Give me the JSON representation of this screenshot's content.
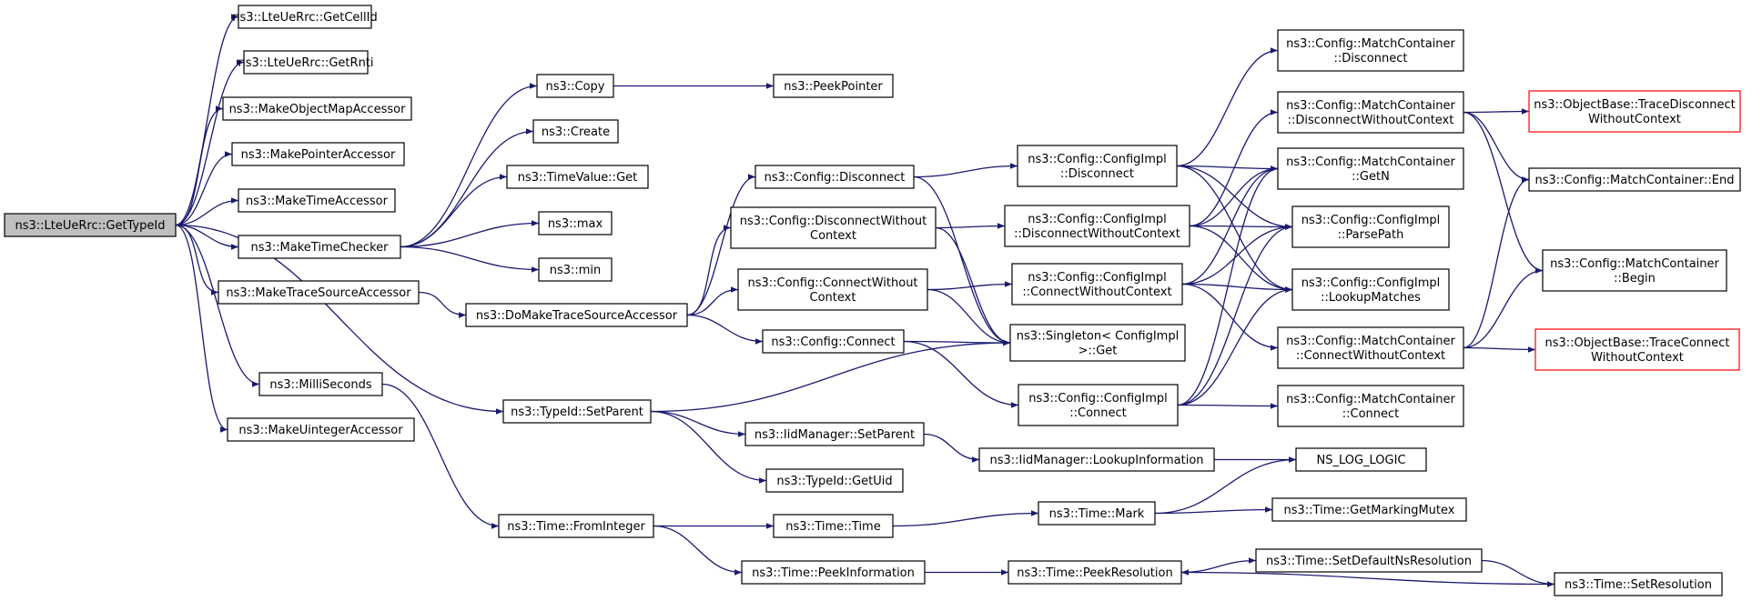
{
  "colors": {
    "edge": "#191970",
    "root_fill": "#bfbfbf",
    "external_border": "#ff0000"
  },
  "nodes": {
    "getTypeId": {
      "lines": [
        "ns3::LteUeRrc::GetTypeId"
      ],
      "style": "root"
    },
    "getCellId": {
      "lines": [
        "ns3::LteUeRrc::GetCellId"
      ]
    },
    "getRnti": {
      "lines": [
        "ns3::LteUeRrc::GetRnti"
      ]
    },
    "makeObjectMapAccessor": {
      "lines": [
        "ns3::MakeObjectMapAccessor"
      ]
    },
    "makePointerAccessor": {
      "lines": [
        "ns3::MakePointerAccessor"
      ]
    },
    "makeTimeAccessor": {
      "lines": [
        "ns3::MakeTimeAccessor"
      ]
    },
    "makeTimeChecker": {
      "lines": [
        "ns3::MakeTimeChecker"
      ]
    },
    "makeTraceSourceAccessor": {
      "lines": [
        "ns3::MakeTraceSourceAccessor"
      ]
    },
    "milliSeconds": {
      "lines": [
        "ns3::MilliSeconds"
      ]
    },
    "makeUintegerAccessor": {
      "lines": [
        "ns3::MakeUintegerAccessor"
      ]
    },
    "copy": {
      "lines": [
        "ns3::Copy"
      ]
    },
    "create": {
      "lines": [
        "ns3::Create"
      ]
    },
    "timeValueGet": {
      "lines": [
        "ns3::TimeValue::Get"
      ]
    },
    "max": {
      "lines": [
        "ns3::max"
      ]
    },
    "min": {
      "lines": [
        "ns3::min"
      ]
    },
    "peekPointer": {
      "lines": [
        "ns3::PeekPointer"
      ]
    },
    "doMakeTraceSourceAccessor": {
      "lines": [
        "ns3::DoMakeTraceSourceAccessor"
      ]
    },
    "typeIdSetParent": {
      "lines": [
        "ns3::TypeId::SetParent"
      ]
    },
    "timeFromInteger": {
      "lines": [
        "ns3::Time::FromInteger"
      ]
    },
    "configDisconnect": {
      "lines": [
        "ns3::Config::Disconnect"
      ]
    },
    "configDisconnectWithoutContext": {
      "lines": [
        "ns3::Config::DisconnectWithout",
        "Context"
      ]
    },
    "configConnectWithoutContext": {
      "lines": [
        "ns3::Config::ConnectWithout",
        "Context"
      ]
    },
    "configConnect": {
      "lines": [
        "ns3::Config::Connect"
      ]
    },
    "iidManagerSetParent": {
      "lines": [
        "ns3::IidManager::SetParent"
      ]
    },
    "typeIdGetUid": {
      "lines": [
        "ns3::TypeId::GetUid"
      ]
    },
    "timeTime": {
      "lines": [
        "ns3::Time::Time"
      ]
    },
    "timePeekInformation": {
      "lines": [
        "ns3::Time::PeekInformation"
      ]
    },
    "implDisconnect": {
      "lines": [
        "ns3::Config::ConfigImpl",
        "::Disconnect"
      ]
    },
    "implDisconnectWithoutContext": {
      "lines": [
        "ns3::Config::ConfigImpl",
        "::DisconnectWithoutContext"
      ]
    },
    "implConnectWithoutContext": {
      "lines": [
        "ns3::Config::ConfigImpl",
        "::ConnectWithoutContext"
      ]
    },
    "singletonGet": {
      "lines": [
        "ns3::Singleton< ConfigImpl",
        ">::Get"
      ]
    },
    "implConnect": {
      "lines": [
        "ns3::Config::ConfigImpl",
        "::Connect"
      ]
    },
    "iidLookupInformation": {
      "lines": [
        "ns3::IidManager::LookupInformation"
      ]
    },
    "timeMark": {
      "lines": [
        "ns3::Time::Mark"
      ]
    },
    "timePeekResolution": {
      "lines": [
        "ns3::Time::PeekResolution"
      ]
    },
    "mcDisconnect": {
      "lines": [
        "ns3::Config::MatchContainer",
        "::Disconnect"
      ]
    },
    "mcDisconnectWithoutContext": {
      "lines": [
        "ns3::Config::MatchContainer",
        "::DisconnectWithoutContext"
      ]
    },
    "mcGetN": {
      "lines": [
        "ns3::Config::MatchContainer",
        "::GetN"
      ]
    },
    "implParsePath": {
      "lines": [
        "ns3::Config::ConfigImpl",
        "::ParsePath"
      ]
    },
    "implLookupMatches": {
      "lines": [
        "ns3::Config::ConfigImpl",
        "::LookupMatches"
      ]
    },
    "mcConnectWithoutContext": {
      "lines": [
        "ns3::Config::MatchContainer",
        "::ConnectWithoutContext"
      ]
    },
    "mcConnect": {
      "lines": [
        "ns3::Config::MatchContainer",
        "::Connect"
      ]
    },
    "nsLogLogic": {
      "lines": [
        "NS_LOG_LOGIC"
      ]
    },
    "timeGetMarkingMutex": {
      "lines": [
        "ns3::Time::GetMarkingMutex"
      ]
    },
    "timeSetDefaultNsResolution": {
      "lines": [
        "ns3::Time::SetDefaultNsResolution"
      ]
    },
    "objTraceDisconnect": {
      "lines": [
        "ns3::ObjectBase::TraceDisconnect",
        "WithoutContext"
      ],
      "style": "red"
    },
    "mcEnd": {
      "lines": [
        "ns3::Config::MatchContainer::End"
      ]
    },
    "mcBegin": {
      "lines": [
        "ns3::Config::MatchContainer",
        "::Begin"
      ]
    },
    "objTraceConnect": {
      "lines": [
        "ns3::ObjectBase::TraceConnect",
        "WithoutContext"
      ],
      "style": "red"
    },
    "timeSetResolution": {
      "lines": [
        "ns3::Time::SetResolution"
      ]
    }
  }
}
